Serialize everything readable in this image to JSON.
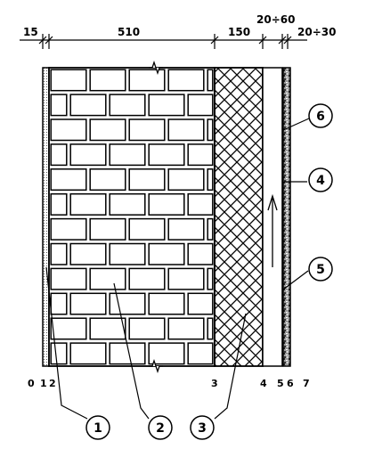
{
  "dimensions": {
    "d1": "15",
    "d2": "510",
    "d3": "150",
    "d4": "20÷60",
    "d5": "20÷30"
  },
  "points": [
    "0",
    "1",
    "2",
    "3",
    "4",
    "5",
    "6",
    "7"
  ],
  "callouts": {
    "c1": "1",
    "c2": "2",
    "c3": "3",
    "c4": "4",
    "c5": "5",
    "c6": "6"
  }
}
